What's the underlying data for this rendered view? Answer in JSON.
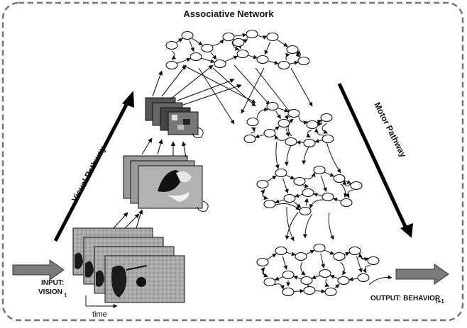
{
  "labels": {
    "title": "Associative Network",
    "visual_pathway": "Visual Pathway",
    "motor_pathway": "Motor Pathway",
    "input_line1": "INPUT:",
    "input_line2": "VISION",
    "input_sub": "t",
    "time": "time",
    "output": "OUTPUT: BEHAVIOR",
    "output_sub": "t+1"
  },
  "colors": {
    "border": "#7b6a92",
    "arrow_fill": "#7a7a7a",
    "arrow_stroke": "#333333",
    "node_stroke": "#111111",
    "image_gray": "#9a9a9a"
  }
}
